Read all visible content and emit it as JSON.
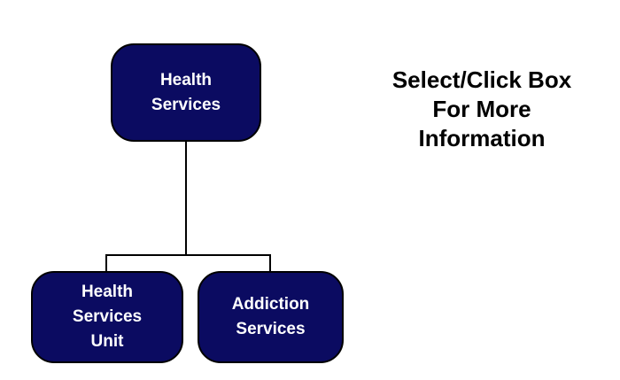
{
  "page": {
    "background_color": "#ffffff"
  },
  "note": {
    "text": "Select/Click Box\nFor More\nInformation",
    "color": "#000000"
  },
  "org_chart": {
    "box_fill_color": "#0b0b61",
    "box_border_color": "#000000",
    "box_text_color": "#ffffff",
    "connector_color": "#000000",
    "nodes": [
      {
        "id": "health-services",
        "label": "Health\nServices"
      },
      {
        "id": "health-services-unit",
        "label": "Health\nServices\nUnit"
      },
      {
        "id": "addiction-services",
        "label": "Addiction\nServices"
      }
    ]
  }
}
